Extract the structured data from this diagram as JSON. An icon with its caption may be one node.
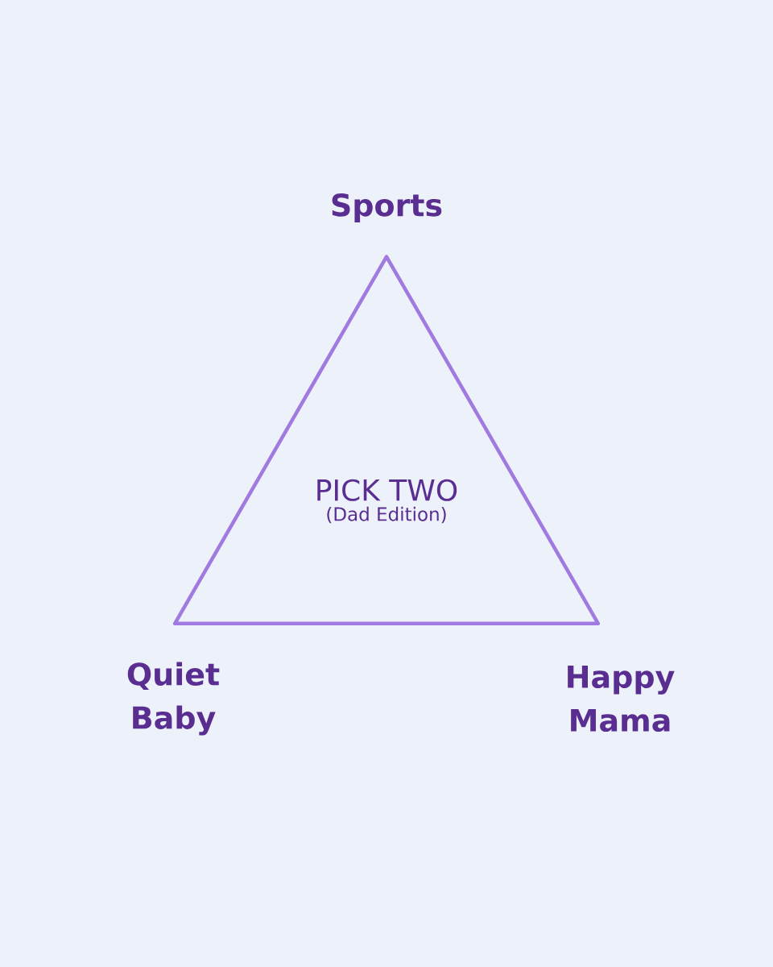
{
  "diagram": {
    "nodes": [
      {
        "text": [
          "PICK TWO",
          "(Dad Edition)"
        ]
      }
    ],
    "labels": [
      "Sports",
      "Quiet Baby",
      "Happy Mama"
    ]
  }
}
